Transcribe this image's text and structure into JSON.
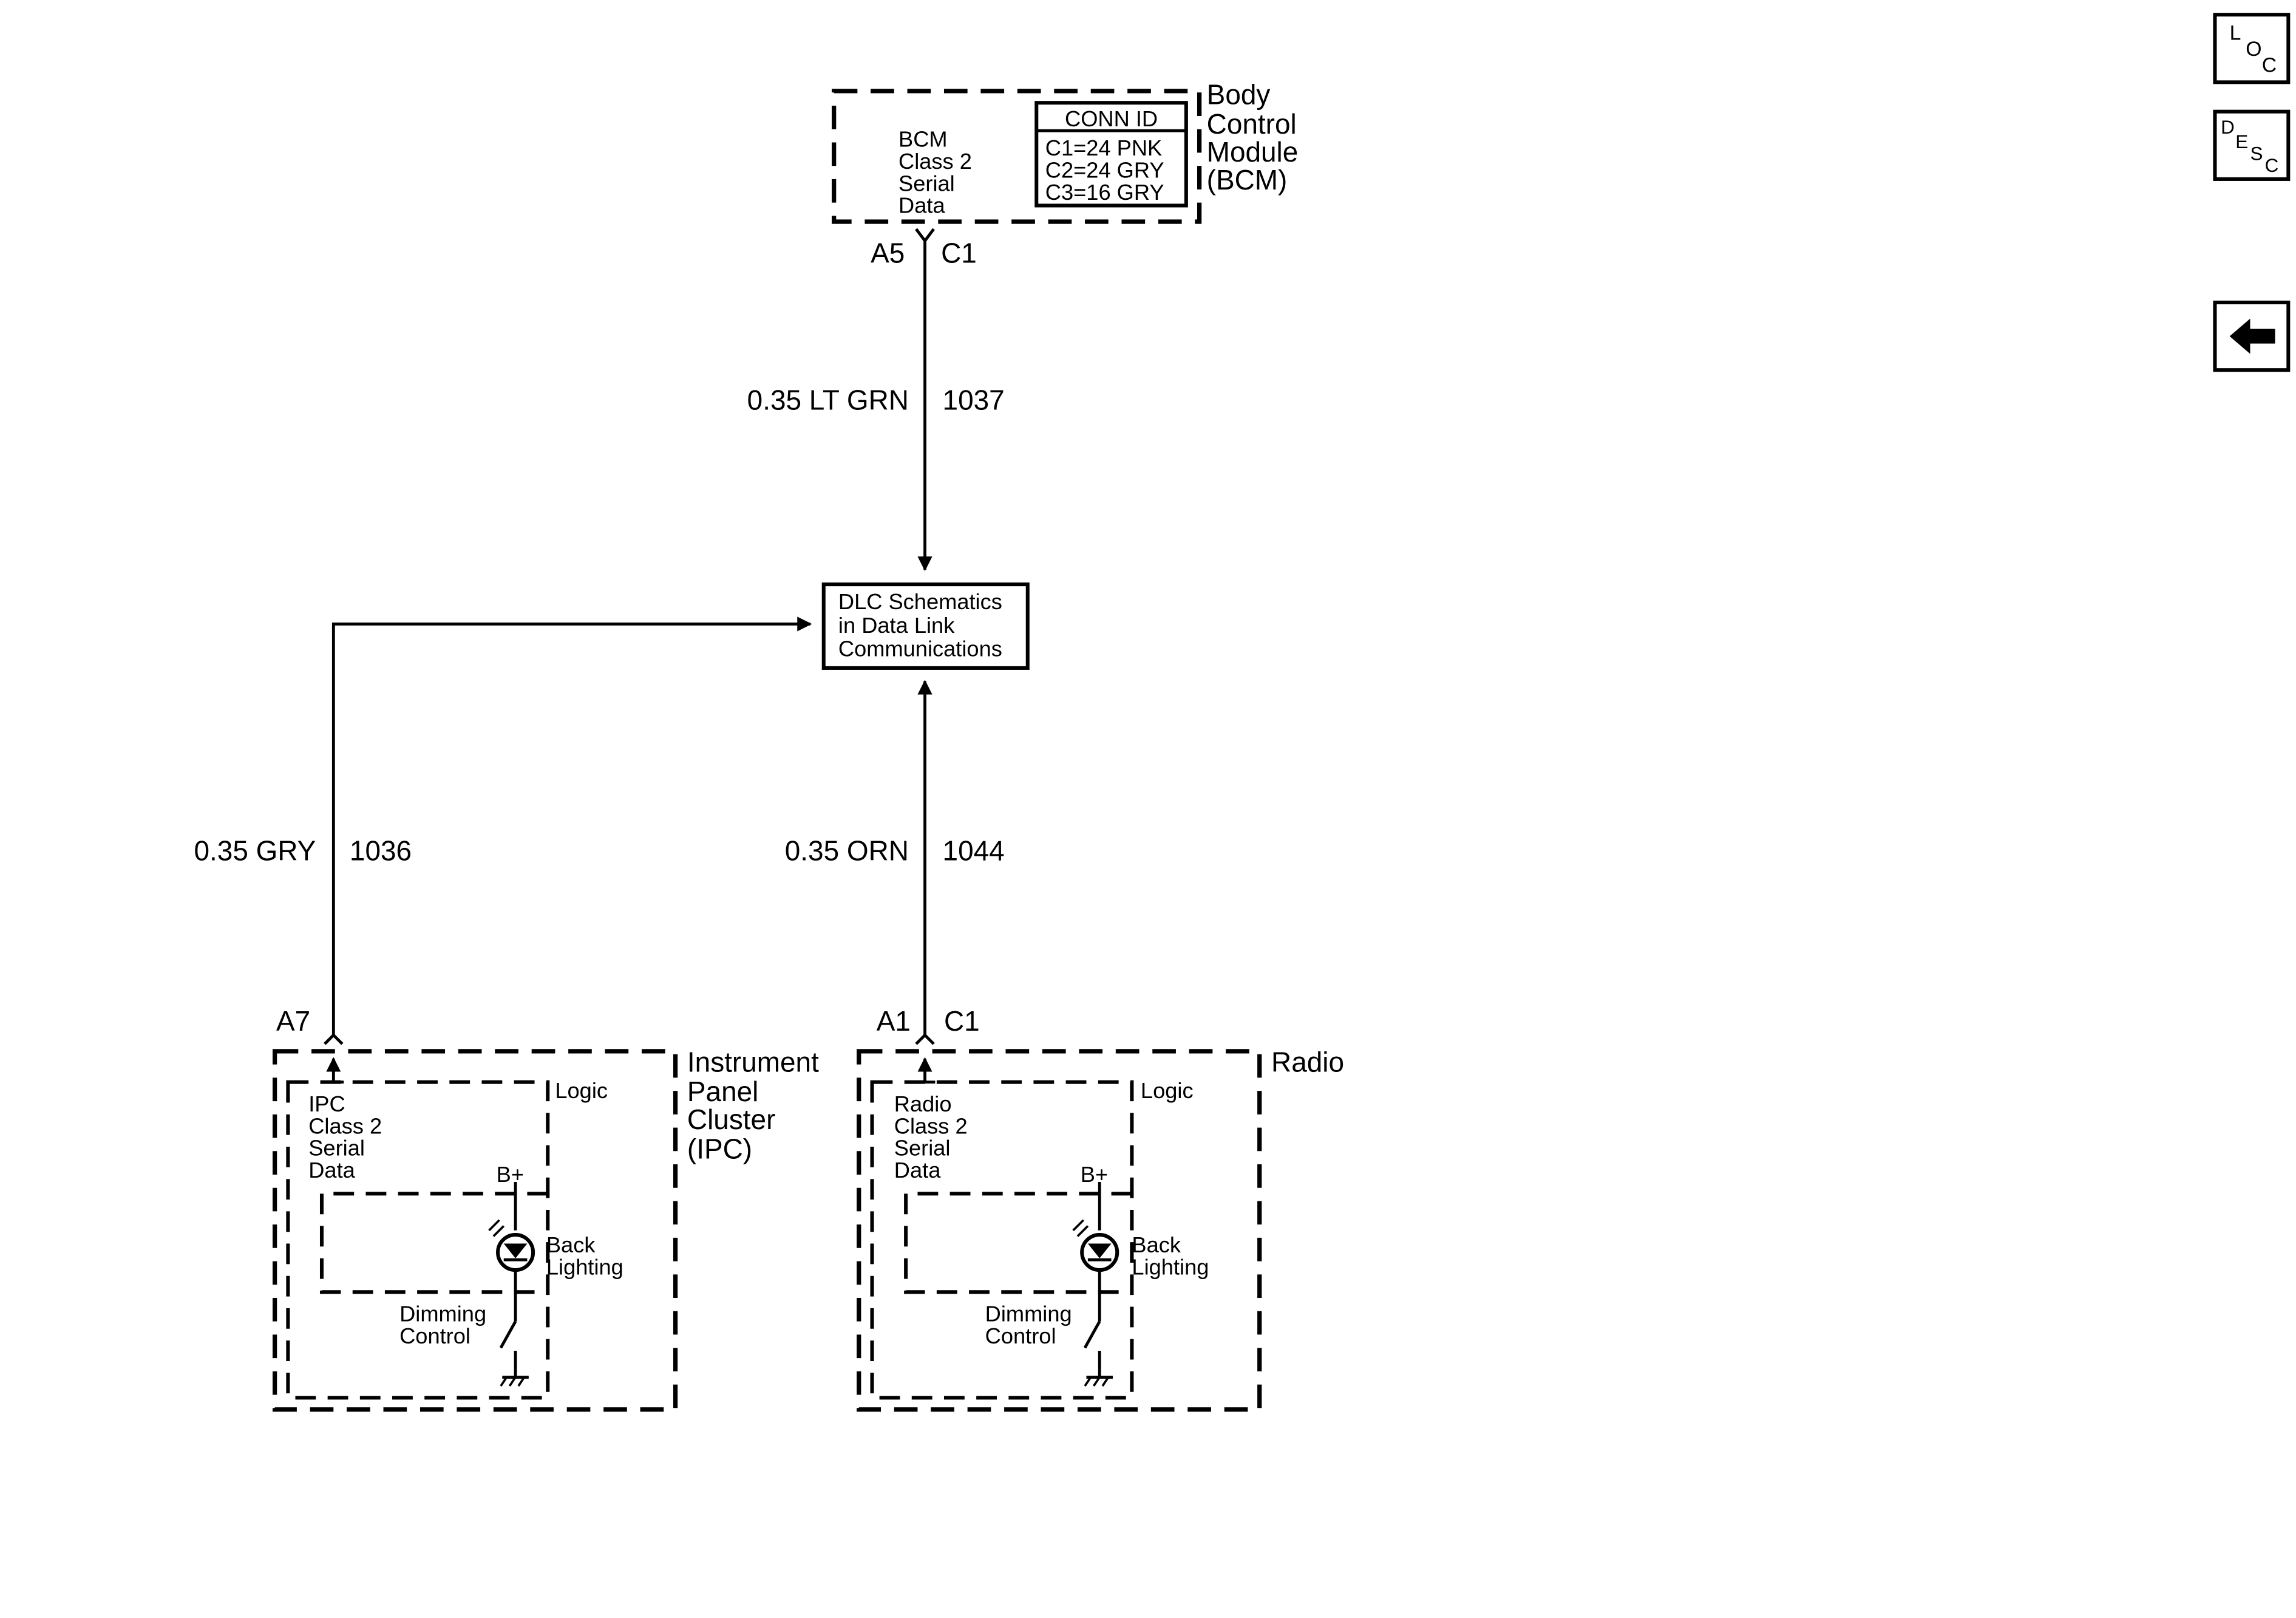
{
  "nav": {
    "loc": [
      "L",
      "O",
      "C"
    ],
    "desc": [
      "D",
      "E",
      "S",
      "C"
    ]
  },
  "bcm": {
    "label": [
      "Body",
      "Control",
      "Module",
      "(BCM)"
    ],
    "inner": [
      "BCM",
      "Class 2",
      "Serial",
      "Data"
    ],
    "conn_id_header": "CONN ID",
    "conn_ids": [
      "C1=24 PNK",
      "C2=24 GRY",
      "C3=16 GRY"
    ],
    "pin": "A5",
    "conn": "C1"
  },
  "wire_bcm": {
    "gauge_color": "0.35 LT GRN",
    "circuit": "1037"
  },
  "dlc": {
    "label": [
      "DLC Schematics",
      "in Data Link",
      "Communications"
    ]
  },
  "wire_ipc": {
    "gauge_color": "0.35 GRY",
    "circuit": "1036"
  },
  "wire_radio": {
    "gauge_color": "0.35 ORN",
    "circuit": "1044"
  },
  "ipc": {
    "pin": "A7",
    "label": [
      "Instrument",
      "Panel",
      "Cluster",
      "(IPC)"
    ],
    "inner": [
      "IPC",
      "Class 2",
      "Serial",
      "Data"
    ],
    "logic": "Logic",
    "bplus": "B+",
    "back_lighting": [
      "Back",
      "Lighting"
    ],
    "dimming": [
      "Dimming",
      "Control"
    ]
  },
  "radio": {
    "pin": "A1",
    "conn": "C1",
    "label": "Radio",
    "inner": [
      "Radio",
      "Class 2",
      "Serial",
      "Data"
    ],
    "logic": "Logic",
    "bplus": "B+",
    "back_lighting": [
      "Back",
      "Lighting"
    ],
    "dimming": [
      "Dimming",
      "Control"
    ]
  }
}
